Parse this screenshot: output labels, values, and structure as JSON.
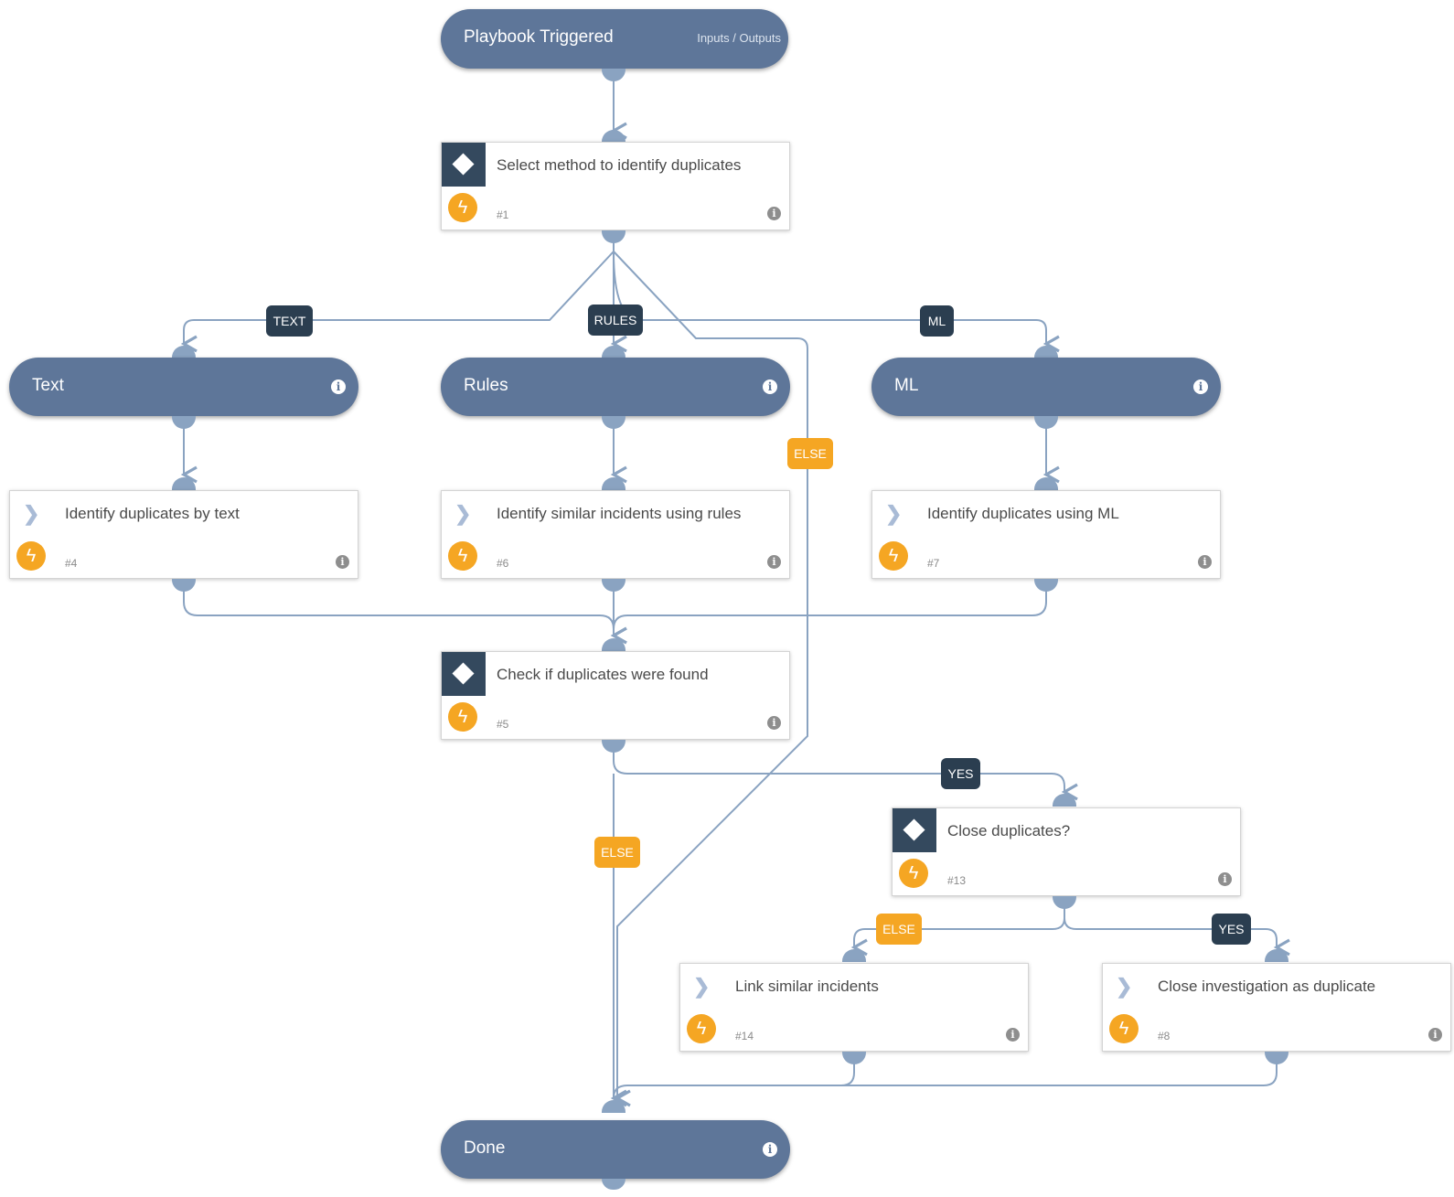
{
  "trigger": {
    "title": "Playbook Triggered",
    "io_label": "Inputs / Outputs"
  },
  "tasks": {
    "select_method": {
      "title": "Select method to identify duplicates",
      "num": "#1"
    },
    "text_section": {
      "title": "Text"
    },
    "rules_section": {
      "title": "Rules"
    },
    "ml_section": {
      "title": "ML"
    },
    "identify_text": {
      "title": "Identify duplicates by text",
      "num": "#4"
    },
    "identify_rules": {
      "title": "Identify similar incidents using rules",
      "num": "#6"
    },
    "identify_ml": {
      "title": "Identify duplicates using ML",
      "num": "#7"
    },
    "check_found": {
      "title": "Check if duplicates were found",
      "num": "#5"
    },
    "close_dups": {
      "title": "Close duplicates?",
      "num": "#13"
    },
    "link_similar": {
      "title": "Link similar incidents",
      "num": "#14"
    },
    "close_investigation": {
      "title": "Close investigation as duplicate",
      "num": "#8"
    },
    "done": {
      "title": "Done"
    }
  },
  "labels": {
    "text": "TEXT",
    "rules": "RULES",
    "ml": "ML",
    "else": "ELSE",
    "yes": "YES"
  },
  "icons": {
    "condition": "diamond-icon",
    "action": "chevron-right-icon",
    "automation": "lightning-bolt-icon",
    "info": "info-icon"
  },
  "colors": {
    "section": "#5e7699",
    "condition_icon": "#34495e",
    "label_dark": "#2b3e50",
    "label_else": "#f5a623",
    "bolt": "#f5a623",
    "wire": "#8aa3c1"
  }
}
